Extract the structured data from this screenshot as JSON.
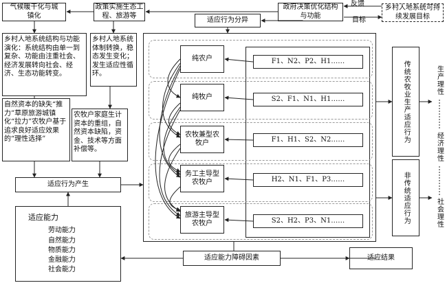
{
  "top": {
    "climate": "气候暖干化与城镇化",
    "policy": "政策实施生态工程、旅游等",
    "decision": "政府决策优化结构与功能",
    "feedback": "反馈",
    "goal_label": "目标",
    "target": "乡村人地系统可持续发展目标"
  },
  "division": "适应行为分异",
  "left_box1": "乡村人地系统结构与功能演化：系统结构由单一到复杂、功能由注重社会、经济发展转向社会、经济、生态功能转变。",
  "left_box2": "乡村人地系统体制转换，稳态发生变化；发生适应性循环。",
  "left_box3": "自然资本的缺失“推力”草原旅游城镇化“拉力”农牧户基于追求良好适应效果的“理性选择”",
  "left_box4": "农牧户家庭生计资本的重组，自然资本缺陷，资金、技术等方面补偿等。",
  "behavior": "适应行为产生",
  "ability": {
    "title": "适应能力",
    "items": [
      "劳动能力",
      "自然能力",
      "物质能力",
      "金融能力",
      "社会能力"
    ]
  },
  "obstacle": "适应能力障碍因素",
  "result": "适应结果",
  "households": [
    {
      "name": "纯农户",
      "combo": "F1、N2、P2、H1……"
    },
    {
      "name": "纯牧户",
      "combo": "S2、F1、N1、H1……"
    },
    {
      "name": "农牧兼型农牧户",
      "combo": "F1、H1、S2、N2……"
    },
    {
      "name": "务工主导型农牧户",
      "combo": "H2、N1、F1、P3……"
    },
    {
      "name": "旅游主导型农牧户",
      "combo": "S2、H2、P3、N1……"
    }
  ],
  "traditional": "传统农牧业生产适应行为",
  "nontraditional": "非传统适应行为",
  "rationality": [
    "生产理性",
    "经济理性",
    "社会理性"
  ]
}
